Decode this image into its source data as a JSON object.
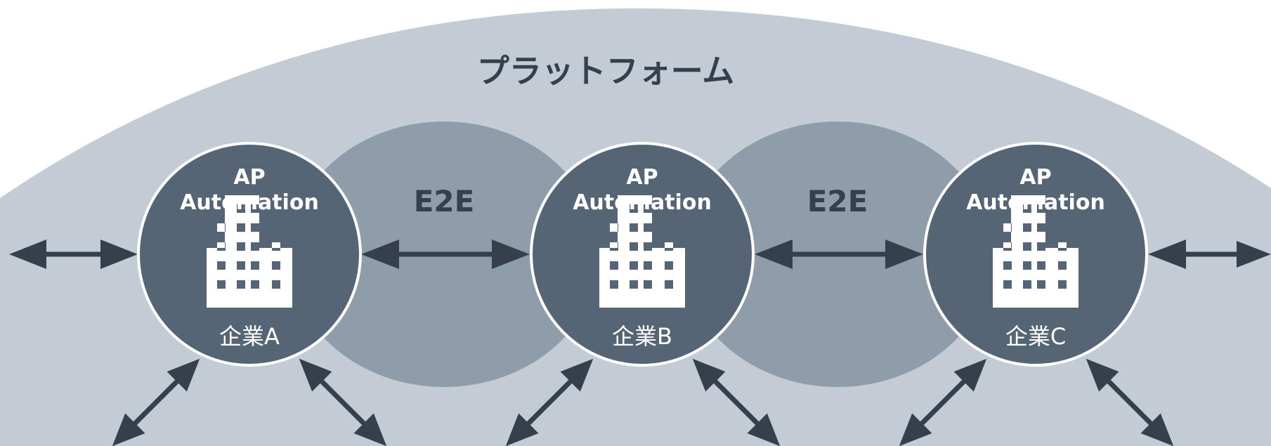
{
  "platform": {
    "title": "プラットフォーム"
  },
  "e2e_label": "E2E",
  "nodes": [
    {
      "line1": "AP",
      "line2": "Automation",
      "label": "企業A"
    },
    {
      "line1": "AP",
      "line2": "Automation",
      "label": "企業B"
    },
    {
      "line1": "AP",
      "line2": "Automation",
      "label": "企業C"
    }
  ],
  "colors": {
    "platform_fill": "#c3ccd4",
    "e2e_fill": "#8f9dab",
    "node_fill": "#556575",
    "node_stroke": "#ffffff",
    "arrow": "#36404d",
    "building": "#ffffff"
  },
  "icons": {
    "node": "office-building-icon",
    "connector": "double-arrow-icon"
  }
}
